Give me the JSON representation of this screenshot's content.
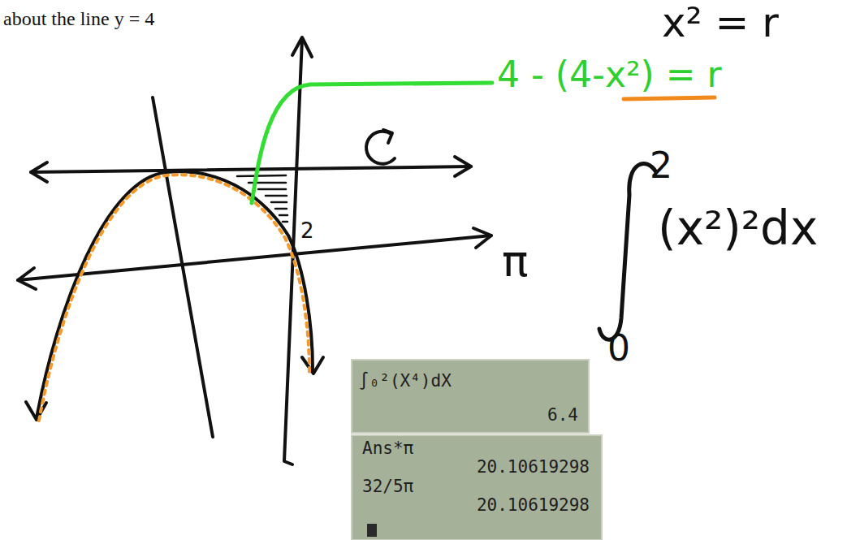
{
  "diagram": {
    "labels": [
      "about the line y = 4",
      "x² = r",
      "4 - (4-x²) = r",
      "2",
      "π",
      "2",
      "(x²)²dx",
      "0",
      "∫₀²(X⁴)dX",
      "6.4",
      "Ans*π",
      "20.10619298",
      "32/5π",
      "20.10619298"
    ]
  }
}
